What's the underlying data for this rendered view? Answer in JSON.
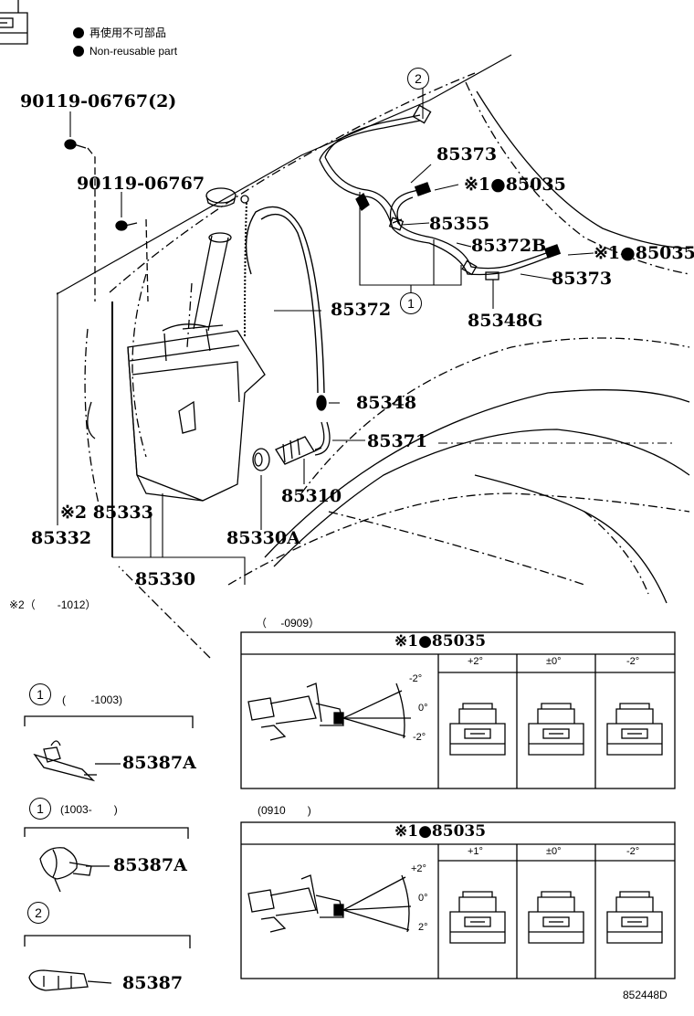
{
  "legend": {
    "jp": "再使用不可部品",
    "en": "Non-reusable part"
  },
  "callouts": {
    "c2": "2",
    "c1": "1"
  },
  "parts": {
    "p_90119_06767_2": "90119-06767(2)",
    "p_90119_06767": "90119-06767",
    "p_85373_top": "85373",
    "p_85035_a": "※1●85035",
    "p_85355": "85355",
    "p_85372B": "85372B",
    "p_85035_b": "※1●85035",
    "p_85373_mid": "85373",
    "p_85372": "85372",
    "p_85348G": "85348G",
    "p_85348": "85348",
    "p_85371": "85371",
    "p_85310": "85310",
    "p_85333": "※2 85333",
    "p_85332": "85332",
    "p_85330A": "85330A",
    "p_85330": "85330"
  },
  "notes": {
    "note2": "※2（　　-1012）",
    "range_0909": "（　 -0909）",
    "range_0910": "(0910　　)"
  },
  "table1": {
    "header": "※1●85035",
    "columns": [
      "+2°",
      "±0°",
      "-2°"
    ],
    "angles": [
      "-2°",
      "0°",
      "-2°"
    ]
  },
  "table2": {
    "header": "※1●85035",
    "columns": [
      "+1°",
      "±0°",
      "-2°"
    ],
    "angles": [
      "+2°",
      "0°",
      "2°"
    ]
  },
  "left_details": {
    "d1_circle": "1",
    "d1_range": "(　　 -1003)",
    "d1_part": "85387A",
    "d2_circle": "1",
    "d2_range": "(1003-　　)",
    "d2_part": "85387A",
    "d3_circle": "2",
    "d3_part": "85387"
  },
  "footer": {
    "code": "852448D"
  }
}
